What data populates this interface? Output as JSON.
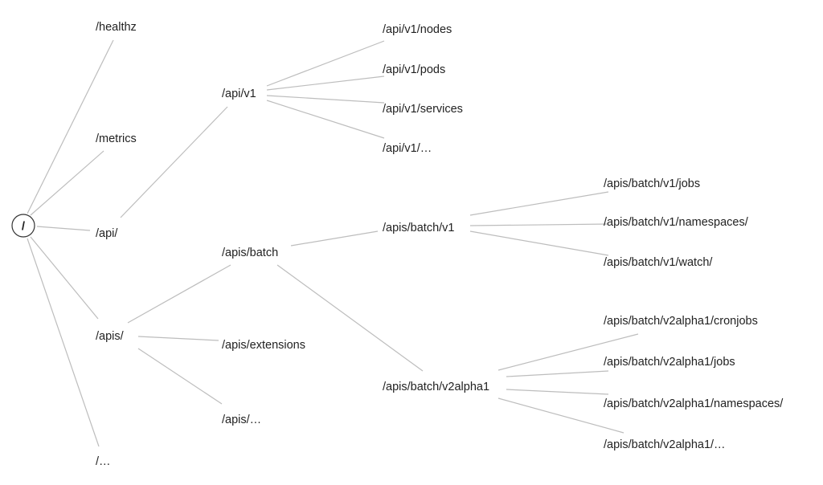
{
  "root": {
    "label": "/"
  },
  "nodes": {
    "healthz": "/healthz",
    "metrics": "/metrics",
    "api": "/api/",
    "apis": "/apis/",
    "root_more": "/…",
    "api_v1": "/api/v1",
    "api_v1_nodes": "/api/v1/nodes",
    "api_v1_pods": "/api/v1/pods",
    "api_v1_services": "/api/v1/services",
    "api_v1_more": "/api/v1/…",
    "apis_batch": "/apis/batch",
    "apis_extensions": "/apis/extensions",
    "apis_more": "/apis/…",
    "batch_v1": "/apis/batch/v1",
    "batch_v1_jobs": "/apis/batch/v1/jobs",
    "batch_v1_namespaces": "/apis/batch/v1/namespaces/",
    "batch_v1_watch": "/apis/batch/v1/watch/",
    "batch_v2alpha1": "/apis/batch/v2alpha1",
    "v2alpha1_cronjobs": "/apis/batch/v2alpha1/cronjobs",
    "v2alpha1_jobs": "/apis/batch/v2alpha1/jobs",
    "v2alpha1_namespaces": "/apis/batch/v2alpha1/namespaces/",
    "v2alpha1_more": "/apis/batch/v2alpha1/…"
  }
}
